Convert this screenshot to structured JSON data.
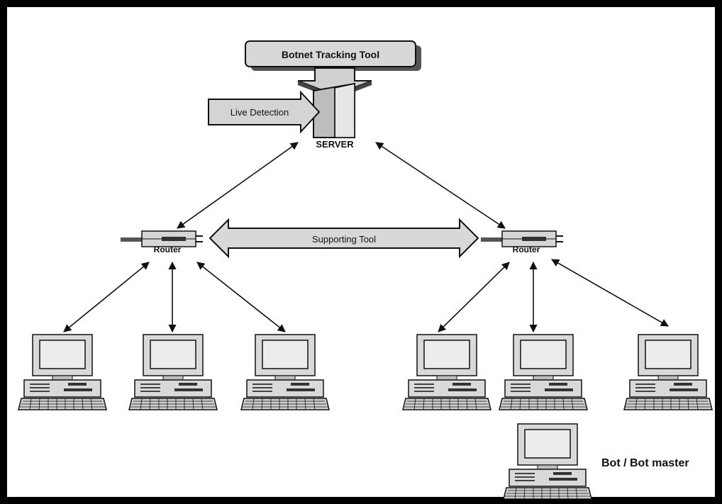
{
  "diagram": {
    "tracking_tool_label": "Botnet Tracking Tool",
    "live_detection_label": "Live Detection",
    "server_label": "SERVER",
    "supporting_tool_label": "Supporting Tool",
    "router_left_label": "Router",
    "router_right_label": "Router",
    "bot_master_label": "Bot / Bot master"
  },
  "colors": {
    "frame": "#000000",
    "shape_fill": "#d4d4d4",
    "shape_dark": "#7a7a7a",
    "line": "#222222"
  }
}
